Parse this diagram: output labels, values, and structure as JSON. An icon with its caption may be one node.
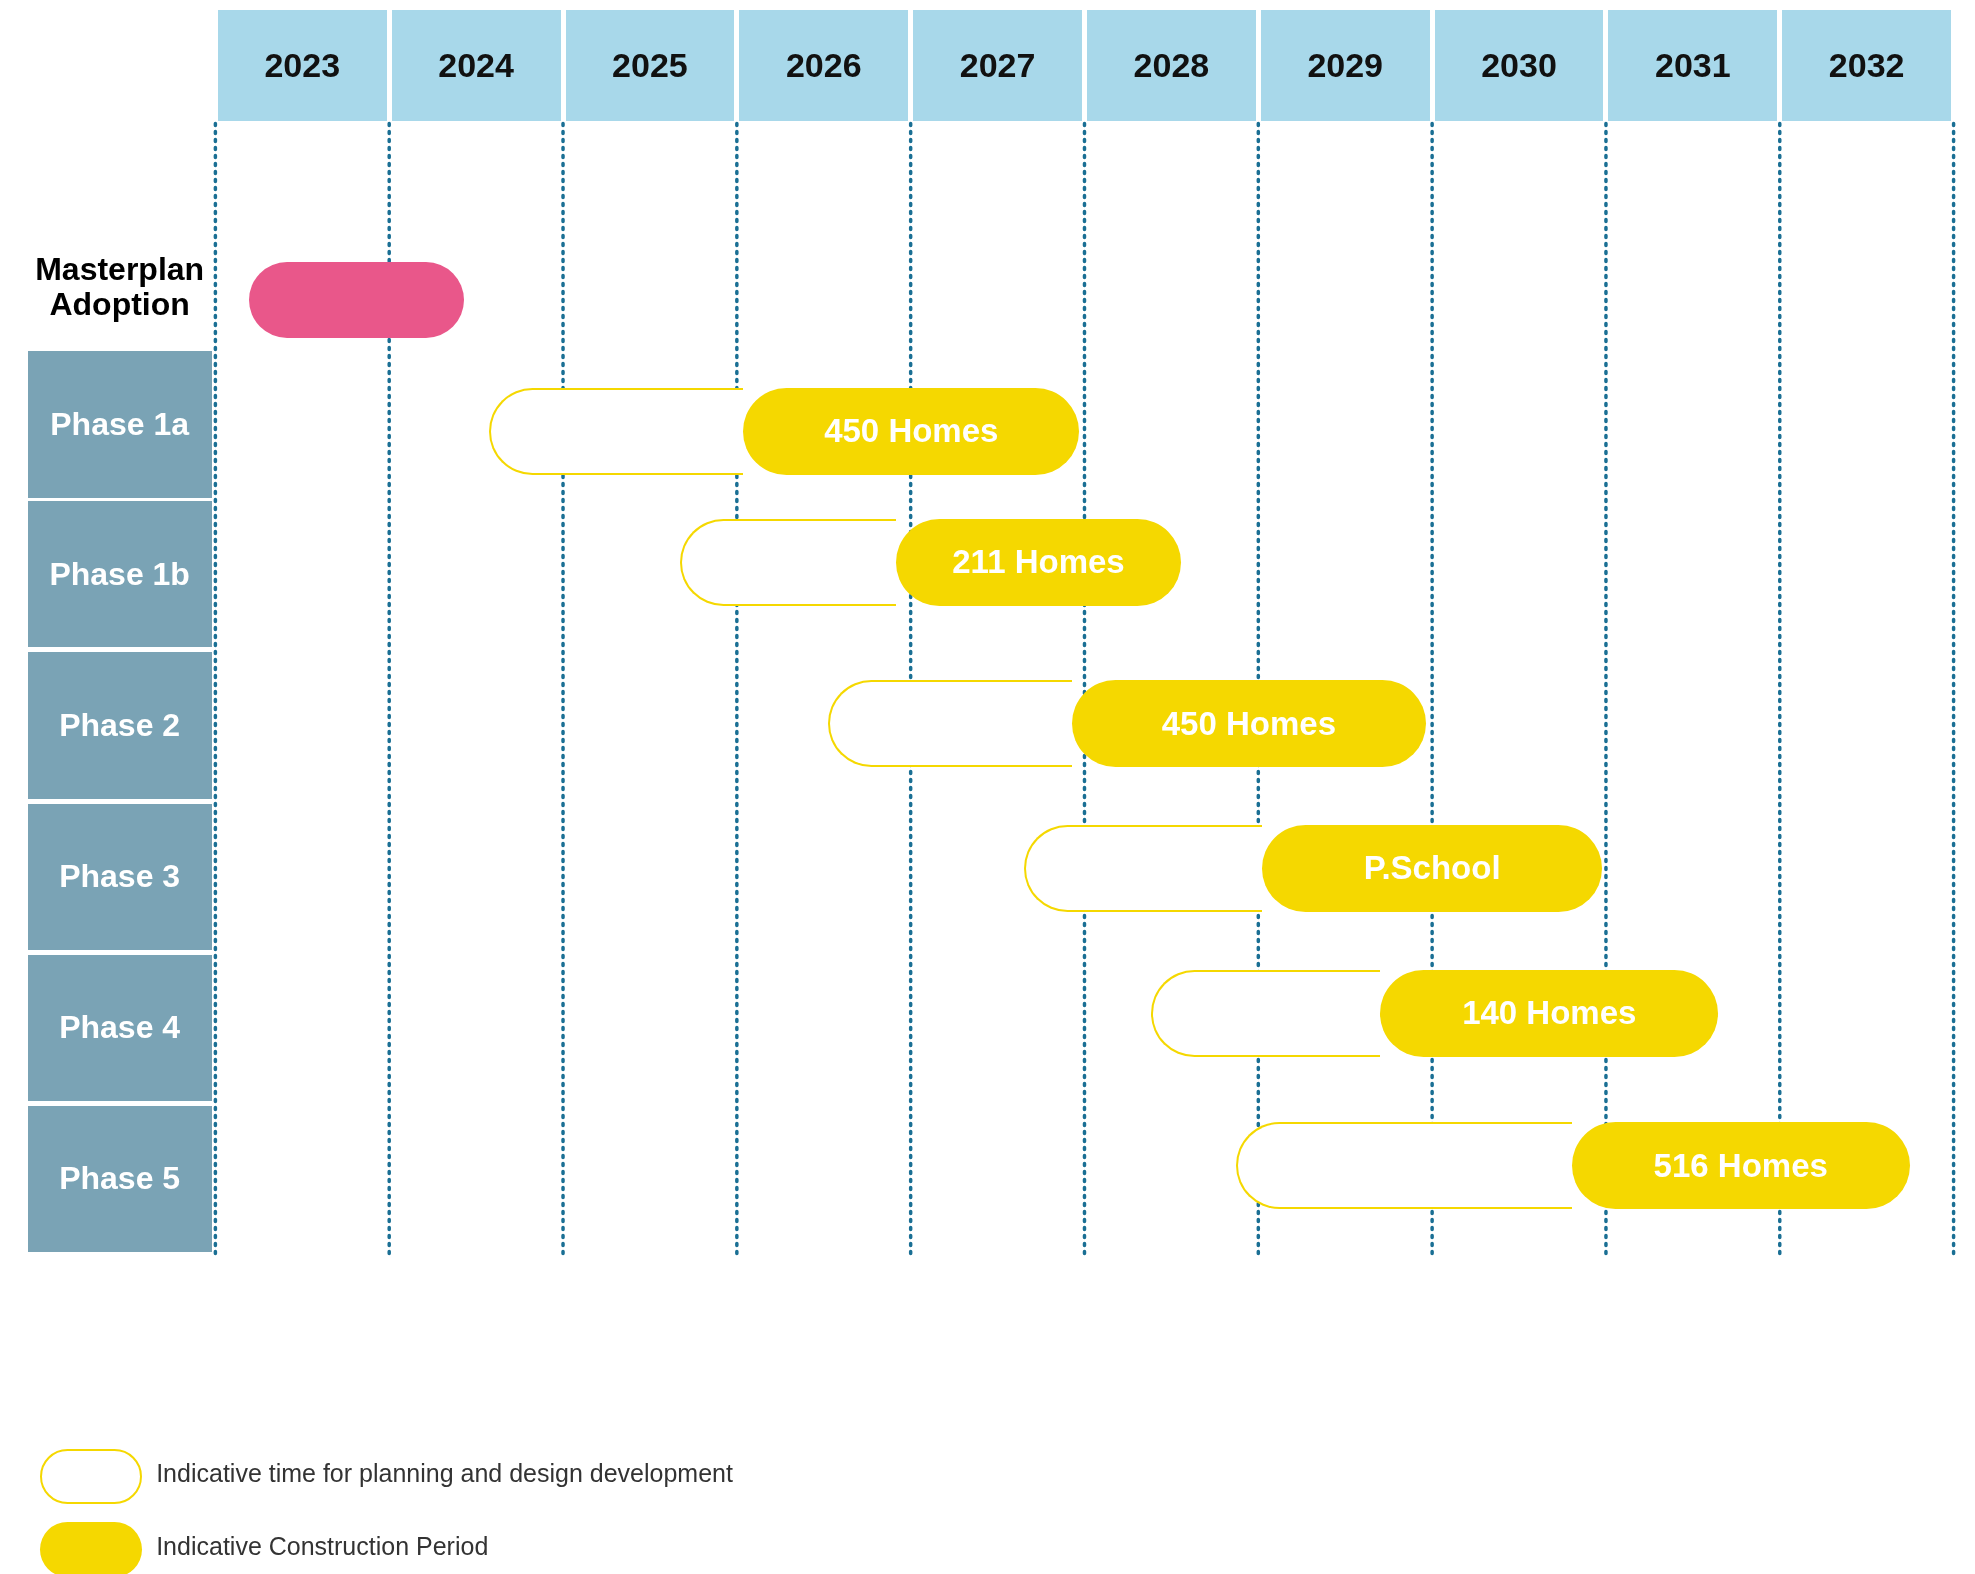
{
  "diagram": {
    "nodes": [
      {
        "text": [
          "2023"
        ]
      },
      {
        "text": [
          "2024"
        ]
      },
      {
        "text": [
          "2025"
        ]
      },
      {
        "text": [
          "2026"
        ]
      },
      {
        "text": [
          "2027"
        ]
      },
      {
        "text": [
          "2028"
        ]
      },
      {
        "text": [
          "2029"
        ]
      },
      {
        "text": [
          "2030"
        ]
      },
      {
        "text": [
          "2031"
        ]
      },
      {
        "text": [
          "2032"
        ]
      },
      {
        "text": [],
        "shape": "bar"
      },
      {
        "text": [
          "Phase 1a"
        ]
      },
      {
        "text": [],
        "shape": "bar"
      },
      {
        "text": [
          "450 Homes"
        ]
      },
      {
        "text": [
          "Phase 1b"
        ]
      },
      {
        "text": [],
        "shape": "bar"
      },
      {
        "text": [
          "211 Homes"
        ]
      },
      {
        "text": [
          "Phase 2"
        ]
      },
      {
        "text": [],
        "shape": "bar"
      },
      {
        "text": [
          "450 Homes"
        ]
      },
      {
        "text": [
          "Phase 3"
        ]
      },
      {
        "text": [],
        "shape": "bar"
      },
      {
        "text": [
          "P.School"
        ]
      },
      {
        "text": [
          "Phase 4"
        ]
      },
      {
        "text": [],
        "shape": "bar"
      },
      {
        "text": [
          "140 Homes"
        ]
      },
      {
        "text": [
          "Phase 5"
        ]
      },
      {
        "text": [],
        "shape": "bar"
      },
      {
        "text": [
          "516 Homes"
        ]
      }
    ],
    "edges": [],
    "labels": [
      "Masterplan Adoption"
    ],
    "legend": [
      {
        "text": "Indicative time for planning and design development"
      },
      {
        "text": "Indicative Construction Period",
        "color": "#f5d800"
      }
    ]
  }
}
